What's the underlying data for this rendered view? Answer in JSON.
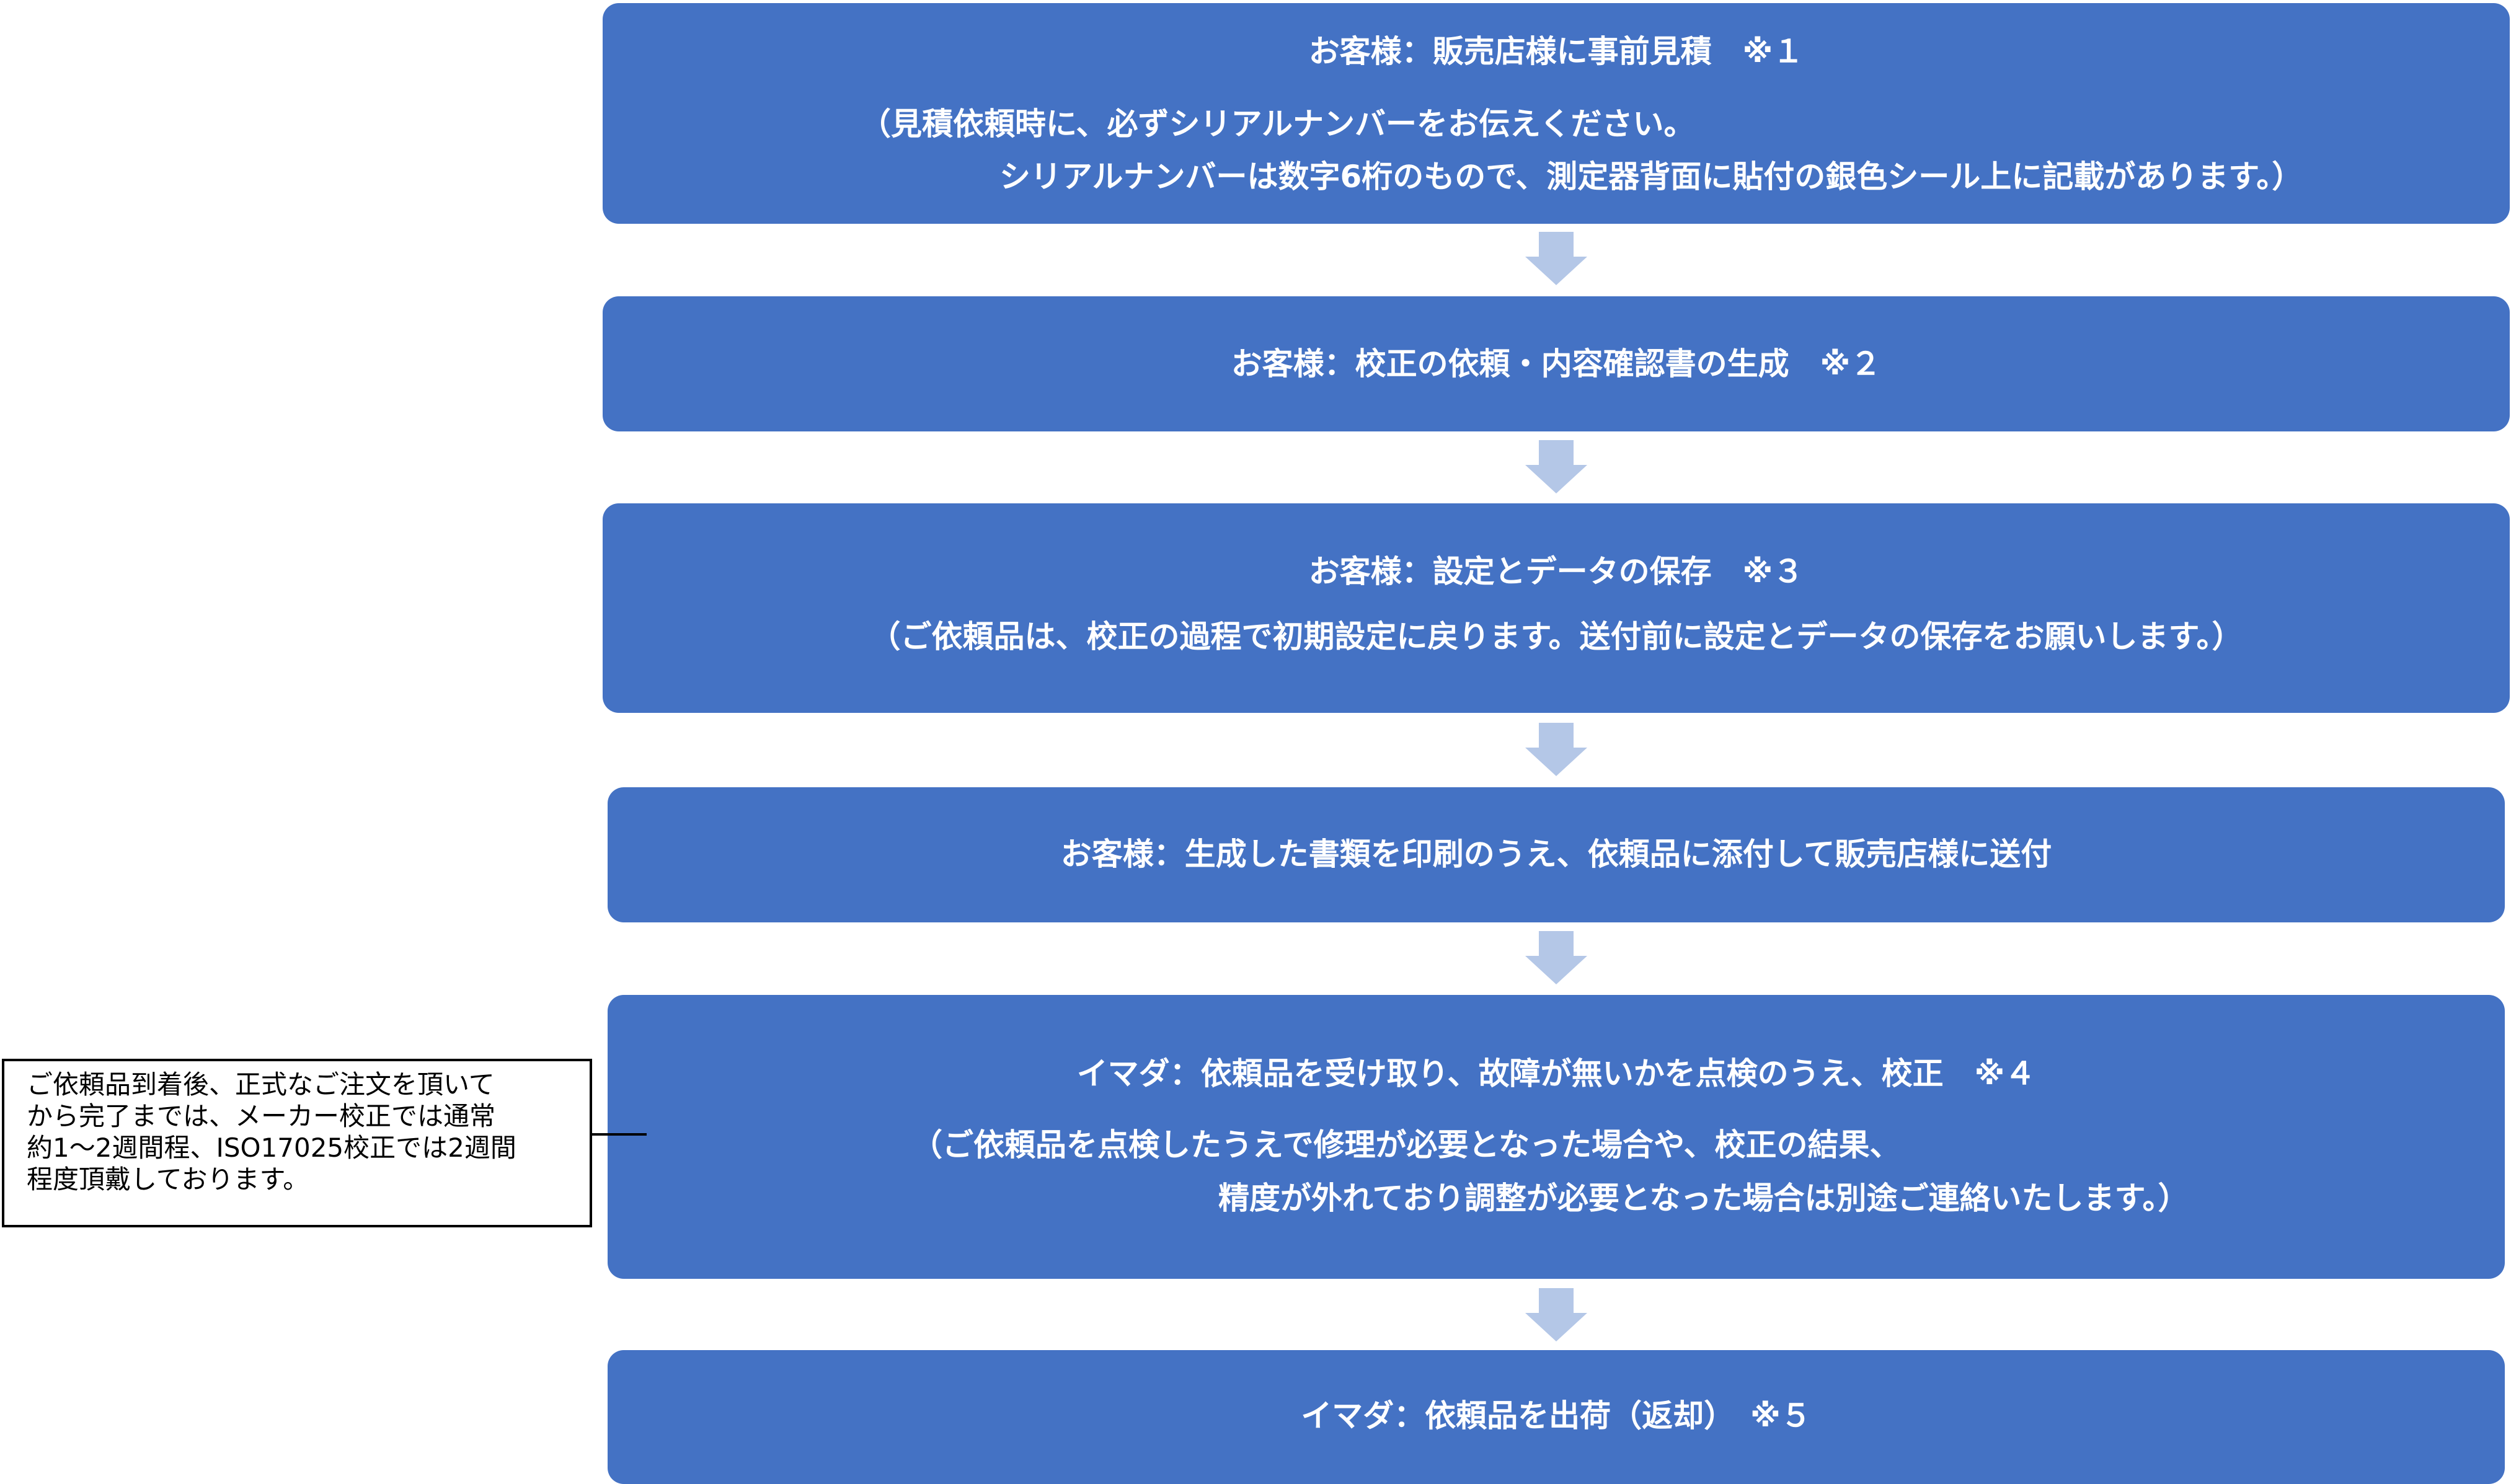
{
  "steps": [
    {
      "lines": [
        "お客様：販売店様に事前見積　※１",
        "（見積依頼時に、必ずシリアルナンバーをお伝えください。",
        "シリアルナンバーは数字6桁のもので、測定器背面に貼付の銀色シール上に記載があります。）"
      ]
    },
    {
      "lines": [
        "お客様：校正の依頼・内容確認書の生成　※２"
      ]
    },
    {
      "lines": [
        "お客様：設定とデータの保存　※３",
        "（ご依頼品は、校正の過程で初期設定に戻ります。送付前に設定とデータの保存をお願いします。）"
      ]
    },
    {
      "lines": [
        "お客様：生成した書類を印刷のうえ、依頼品に添付して販売店様に送付"
      ]
    },
    {
      "lines": [
        "イマダ：依頼品を受け取り、故障が無いかを点検のうえ、校正　※４",
        "（ご依頼品を点検したうえで修理が必要となった場合や、校正の結果、",
        "精度が外れており調整が必要となった場合は別途ご連絡いたします。）"
      ]
    },
    {
      "lines": [
        "イマダ：依頼品を出荷（返却）　※５"
      ]
    }
  ],
  "note": {
    "lines": [
      "ご依頼品到着後、正式なご注文を頂いて",
      "から完了までは、メーカー校正では通常",
      "約1～2週間程、ISO17025校正では2週間",
      "程度頂戴しております。"
    ]
  },
  "colors": {
    "box_fill": "#4472c4",
    "arrow_fill": "#b4c7e7",
    "text_on_box": "#ffffff",
    "note_border": "#000000"
  },
  "icons": {
    "flow_arrow": "down-arrow-icon"
  }
}
